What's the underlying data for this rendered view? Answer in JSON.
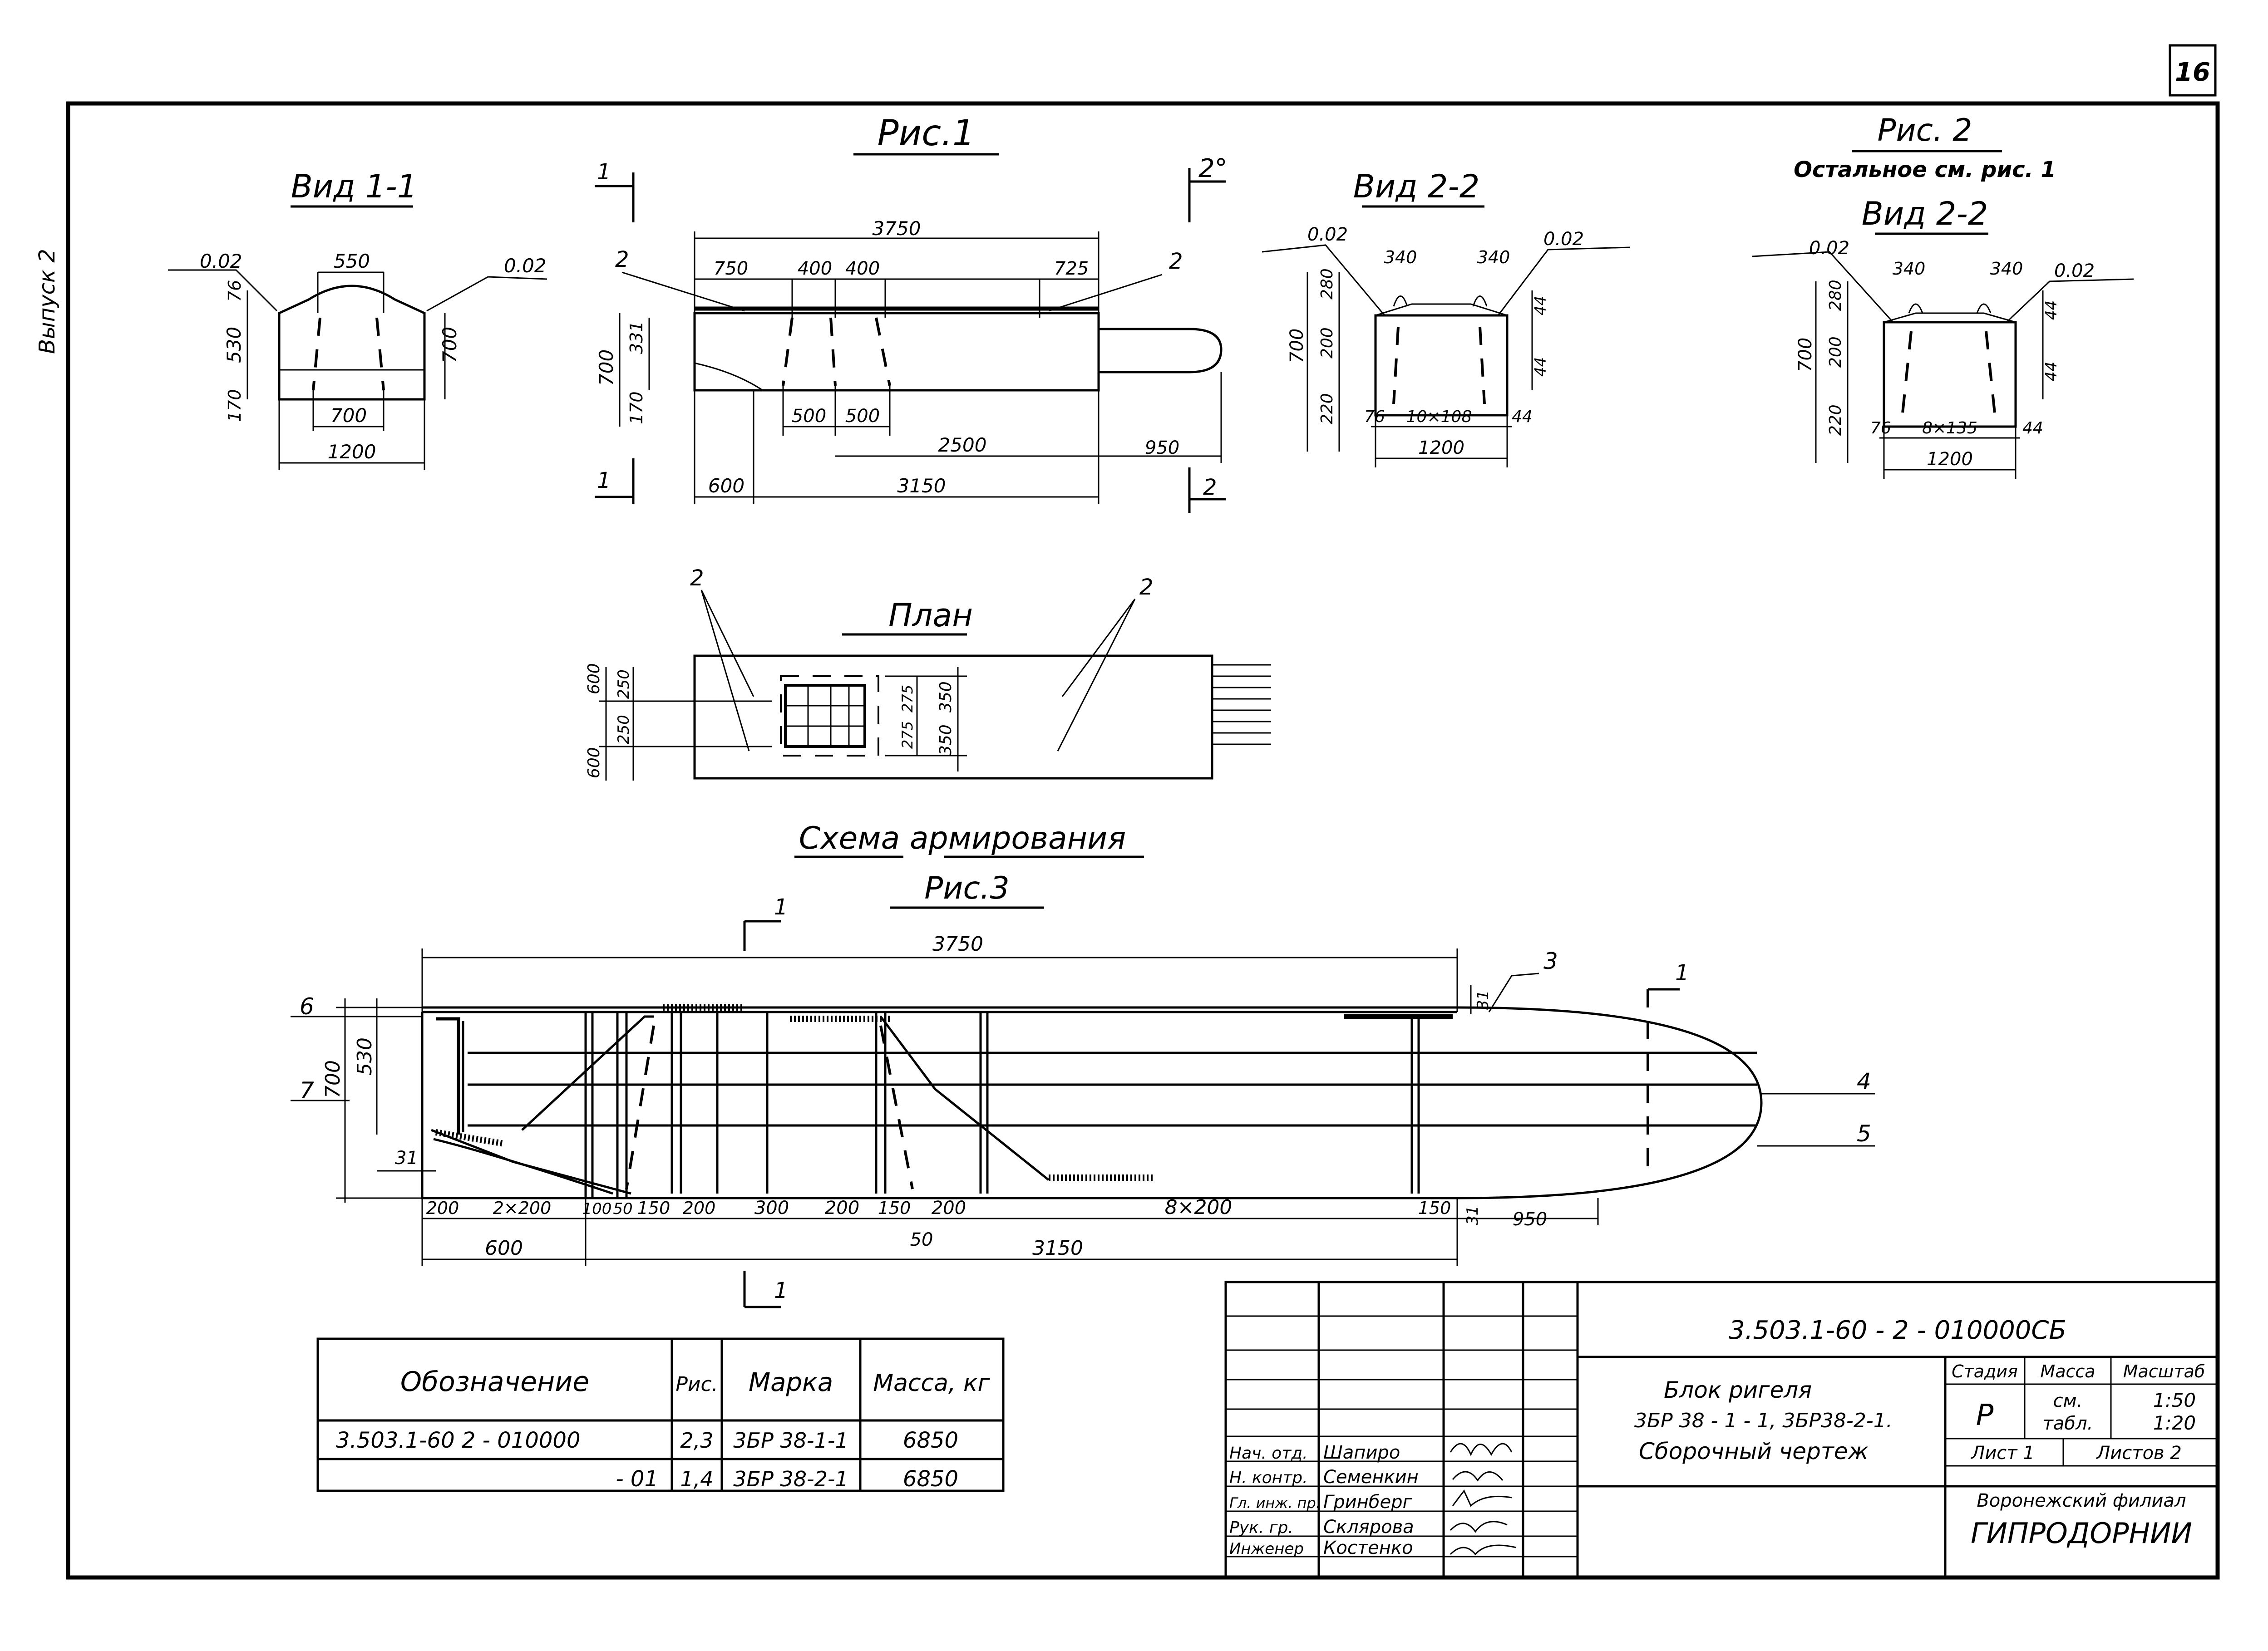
{
  "sheet": {
    "page_number": "16",
    "margin_note": "Выпуск 2"
  },
  "fig1": {
    "title": "Рис.1",
    "view11": {
      "title": "Вид 1-1",
      "dims": [
        "0.02",
        "550",
        "0.02",
        "76",
        "530",
        "700",
        "170",
        "700",
        "1200"
      ]
    },
    "elevation": {
      "section_labels": [
        "1",
        "1",
        "2",
        "2"
      ],
      "angle": "2°",
      "callouts": [
        "2",
        "2"
      ],
      "dims": [
        "3750",
        "750",
        "400",
        "400",
        "725",
        "700",
        "331",
        "170",
        "500",
        "500",
        "2500",
        "950",
        "600",
        "3150"
      ]
    },
    "plan": {
      "title": "План",
      "callouts": [
        "2",
        "2"
      ],
      "dims": [
        "600",
        "250",
        "250",
        "600",
        "275",
        "275",
        "350",
        "350"
      ]
    }
  },
  "view22a": {
    "title": "Вид 2-2",
    "dims": [
      "0.02",
      "340",
      "340",
      "0.02",
      "280",
      "44",
      "700",
      "200",
      "44",
      "220",
      "76",
      "10×108",
      "44",
      "1200"
    ]
  },
  "fig2": {
    "title": "Рис. 2",
    "subtitle": "Остальное см. рис. 1",
    "view22": {
      "title": "Вид 2-2",
      "dims": [
        "0.02",
        "340",
        "340",
        "0.02",
        "280",
        "44",
        "700",
        "200",
        "44",
        "220",
        "76",
        "8×135",
        "44",
        "1200"
      ]
    }
  },
  "fig3": {
    "heading": "Схема армирования",
    "title": "Рис.3",
    "section_labels": [
      "1",
      "1",
      "1"
    ],
    "callouts": [
      "6",
      "7",
      "3",
      "4",
      "5"
    ],
    "dims_top": [
      "3750",
      "31"
    ],
    "dims_left": [
      "700",
      "530",
      "31"
    ],
    "dims_bottom": [
      "200",
      "2×200",
      "100",
      "50",
      "150",
      "200",
      "300",
      "200",
      "150",
      "200",
      "8×200",
      "150",
      "31",
      "950"
    ],
    "dims_bottom2": [
      "600",
      "50",
      "3150"
    ]
  },
  "spec_table": {
    "headers": [
      "Обозначение",
      "Рис.",
      "Марка",
      "Масса, кг"
    ],
    "rows": [
      [
        "3.503.1-60  2 - 010000",
        "2,3",
        "3БР 38-1-1",
        "6850"
      ],
      [
        "- 01",
        "1,4",
        "3БР 38-2-1",
        "6850"
      ]
    ]
  },
  "title_block": {
    "doc_code": "3.503.1-60 - 2 - 010000СБ",
    "name_lines": [
      "Блок ригеля",
      "3БР 38 - 1 - 1,  3БР38-2-1.",
      "Сборочный чертеж"
    ],
    "stage_header": "Стадия",
    "mass_header": "Масса",
    "scale_header": "Масштаб",
    "stage": "Р",
    "mass_lines": [
      "см.",
      "табл."
    ],
    "scales": [
      "1:50",
      "1:20"
    ],
    "sheet": "Лист 1",
    "sheets": "Листов 2",
    "org_line1": "Воронежский филиал",
    "org_line2": "ГИПРОДОРНИИ",
    "people": [
      {
        "role": "Нач. отд.",
        "name": "Шапиро"
      },
      {
        "role": "Н. контр.",
        "name": "Семенкин"
      },
      {
        "role": "Гл. инж. пр.",
        "name": "Гринберг"
      },
      {
        "role": "Рук. гр.",
        "name": "Склярова"
      },
      {
        "role": "Инженер",
        "name": "Костенко"
      }
    ]
  }
}
